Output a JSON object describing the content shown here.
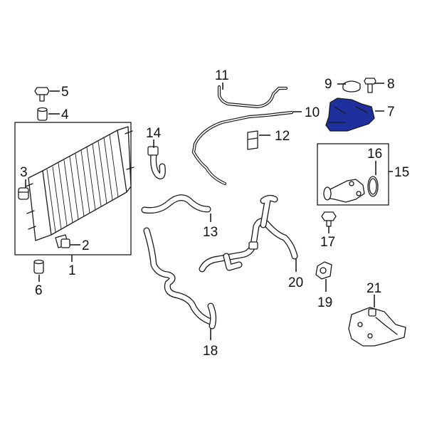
{
  "highlight_color": "#1e2f9e",
  "callouts": {
    "c1": "1",
    "c2": "2",
    "c3": "3",
    "c4": "4",
    "c5": "5",
    "c6": "6",
    "c7": "7",
    "c8": "8",
    "c9": "9",
    "c10": "10",
    "c11": "11",
    "c12": "12",
    "c13": "13",
    "c14": "14",
    "c15": "15",
    "c16": "16",
    "c17": "17",
    "c18": "18",
    "c19": "19",
    "c20": "20",
    "c21": "21"
  }
}
